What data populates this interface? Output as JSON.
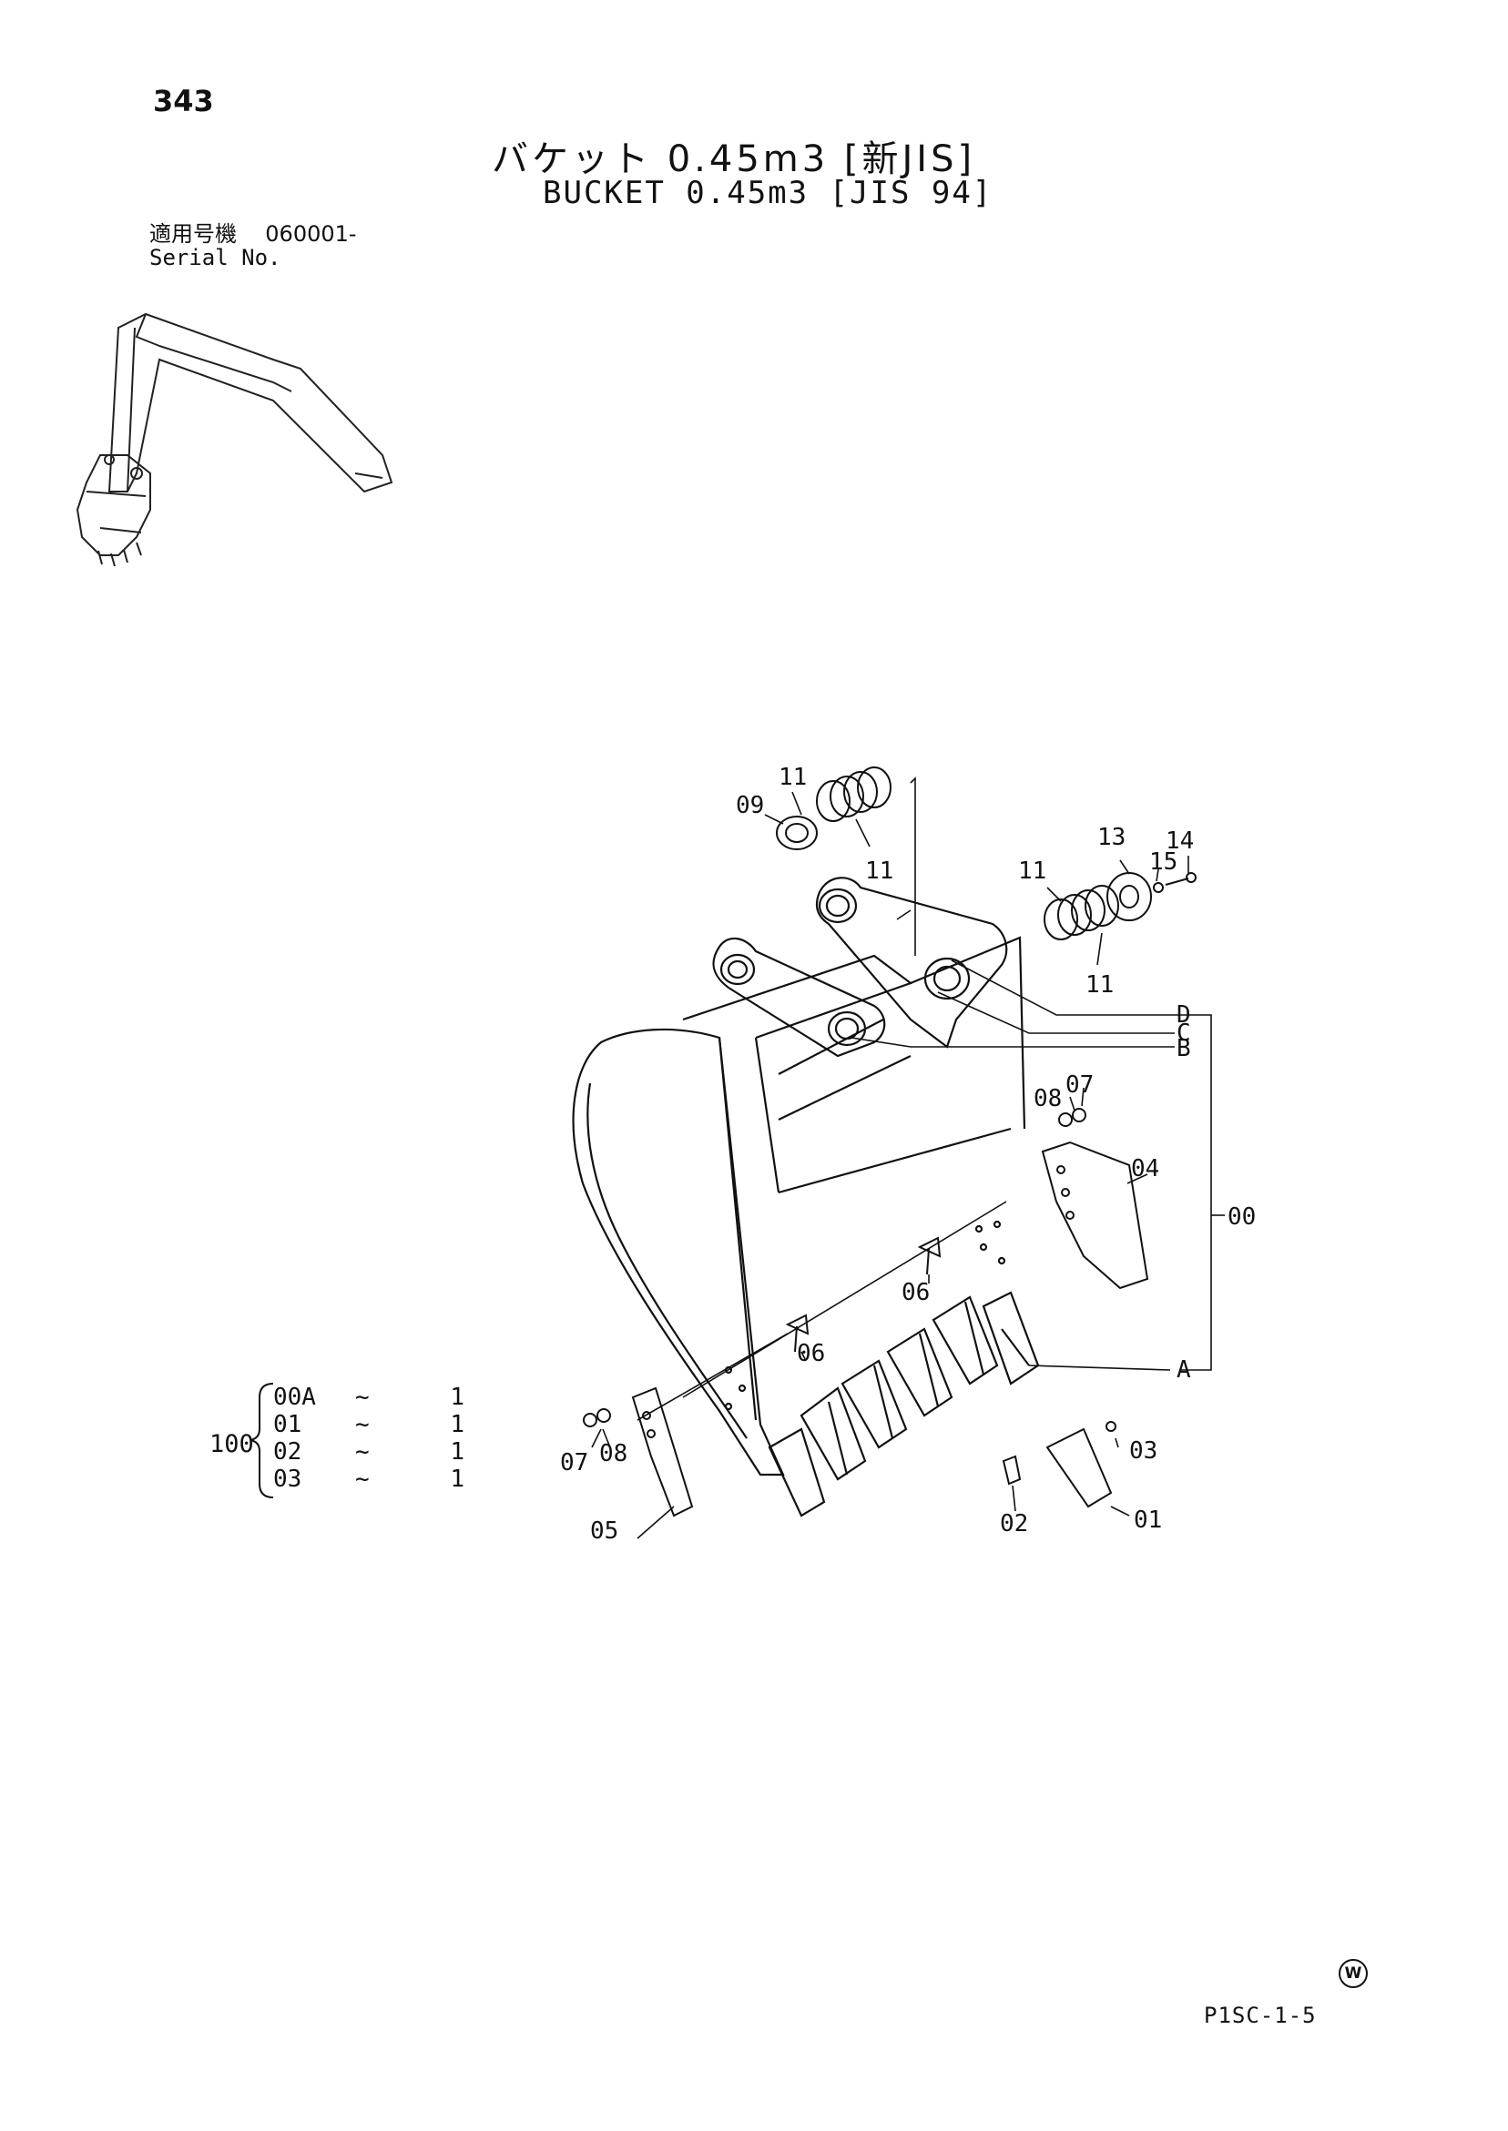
{
  "page_number": "343",
  "title_jp": "バケット 0.45m3 [新JIS]",
  "title_en": "BUCKET 0.45m3 [JIS 94]",
  "serial": {
    "label_jp": "適用号機",
    "label_en": "Serial No.",
    "value": "060001-"
  },
  "callouts": {
    "c01": "01",
    "c02": "02",
    "c03": "03",
    "c04": "04",
    "c05": "05",
    "c06a": "06",
    "c06b": "06",
    "c07a": "07",
    "c07b": "07",
    "c08a": "08",
    "c08b": "08",
    "c09": "09",
    "c11a": "11",
    "c11b": "11",
    "c11c": "11",
    "c11d": "11",
    "c13": "13",
    "c14": "14",
    "c15": "15",
    "cA": "A",
    "cB": "B",
    "cC": "C",
    "cD": "D",
    "c00": "00"
  },
  "quantity": {
    "assembly": "100",
    "rows": [
      {
        "code": "00A",
        "tilde": "~",
        "qty": "1"
      },
      {
        "code": "01",
        "tilde": "~",
        "qty": "1"
      },
      {
        "code": "02",
        "tilde": "~",
        "qty": "1"
      },
      {
        "code": "03",
        "tilde": "~",
        "qty": "1"
      }
    ]
  },
  "mark": "W",
  "footer_code": "P1SC-1-5"
}
